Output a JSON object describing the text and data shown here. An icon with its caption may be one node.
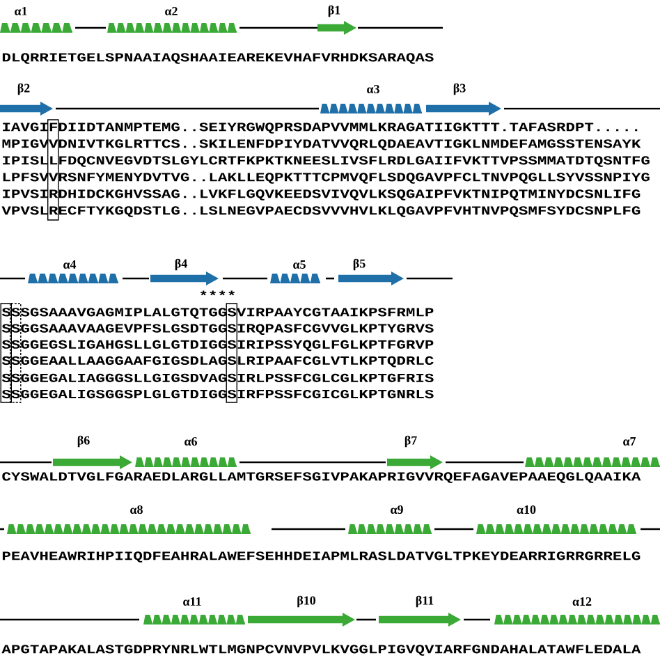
{
  "diagram": {
    "labels": [
      "α1",
      "α2",
      "β1",
      "DLQRRIETGELSPNAAIAQSHAAIEAREKEVHAFVRHDKSARAQAS",
      "β2",
      "α3",
      "β3",
      "IAVGIFDIIDTANMPTEMG..SEIYRGWQPRSDAPVVMMLKRAGATIIGKTTT.TAFASRDPT.....",
      "MPIGVVDNIVTKGLRTTCS..SKILENFDPIYDATVVQRLQDAEAVTIGKLNMDEFAMGSSTENSAYK",
      "IPISLLFDQCNVEGVDTSLGYLCRTFKPKTKNEESLIVSFLRDLGAIIFVKTTVPSSMMATDTQSNTFG",
      "LPFSVVRSNFYMENYDVTVG..LAKLLEQPKTTTCPMVQFLSDQGAVPFCLTNVPQGLLSYVSSNPIYG",
      "IPVSIRDHIDCKGHVSSAG..LVKFLGQVKEEDSVIVQVLKSQGAIPFVKTNIPQTMINYDCSNLIFG",
      "VPVSLRECFTYKGQDSTLG..LSLNEGVPAECDSVVVHVLKLQGAVPFVHTNVPQSMFSYDCSNPLFG",
      "α4",
      "β4",
      "α5",
      "β5",
      "****",
      "SSSGSAAAVGAGMIPLALGTQTGGSVIRPAAYCGTAAIKPSFRMLP",
      "SSGGSAAAVAAGEVPFSLGSDTGGSIRQPASFCGVVGLKPTYGRVS",
      "SSGGEGSLIGAHGSLLGLGTDIGGSIRIPSSYQGLFGLKPTFGRVP",
      "SSGGEAALLAAGGAAFGIGSDLAGSLRIPAAFCGLVTLKPTQDRLC",
      "SSGGEGALIAGGGSLLGIGSDVAGSIRLPSSFCGLCGLKPTGFRIS",
      "SSGGEGALIGSGGSPLGLGTDIGGSIRFPSSFCGICGLKPTGNRLS",
      "β6",
      "α6",
      "β7",
      "α7",
      "CYSWALDTVGLFGARAEDLARGLLAMTGRSEFSGIVPAKAPRIGVVRQEFAGAVEPAAEQGLQAAIKA",
      "α8",
      "α9",
      "α10",
      "PEAVHEAWRIHPIIQDFEAHRALAWEFSEHHDEIAPMLRASLDATVGLTPKEYDEARRIGRRGRRELG",
      "α11",
      "β10",
      "β11",
      "α12",
      "APGTAPAKALASTGDPRYNRLWTLMGNPCVNVPVLKVGGLPIGVQVIARFGNDAHALATAWFLEDALA"
    ]
  }
}
